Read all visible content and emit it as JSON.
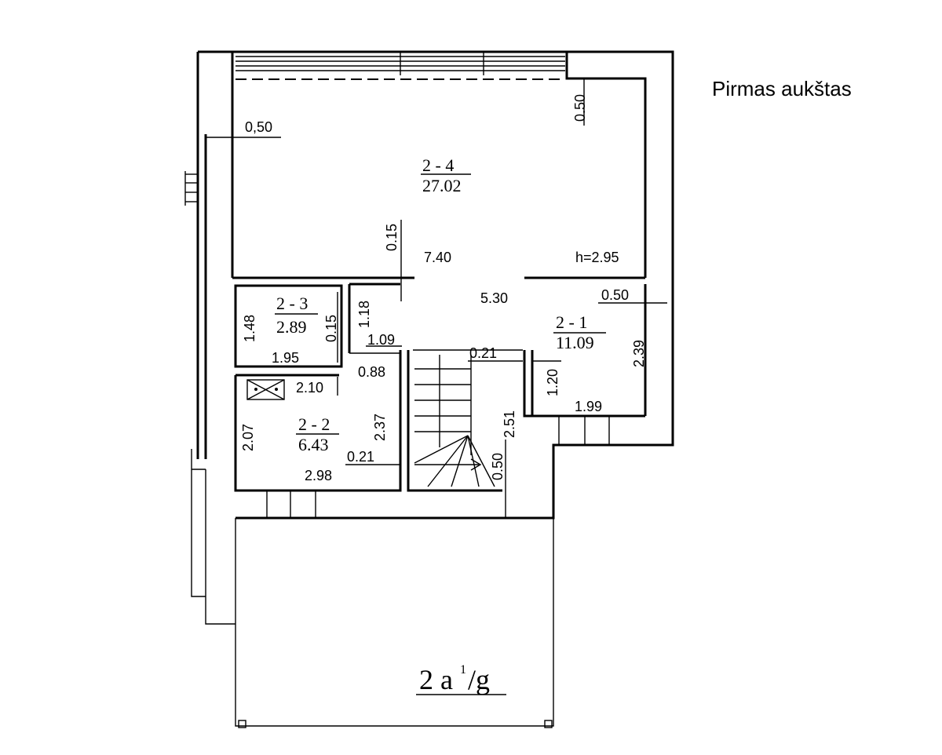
{
  "title": "Pirmas aukštas",
  "rooms": {
    "r24": {
      "id": "2 - 4",
      "area": "27.02"
    },
    "r23": {
      "id": "2 - 3",
      "area": "2.89"
    },
    "r21": {
      "id": "2 - 1",
      "area": "11.09"
    },
    "r22": {
      "id": "2 - 2",
      "area": "6.43"
    }
  },
  "dims": {
    "d050_left": "0,50",
    "d050_top": "0.50",
    "d015_a": "0.15",
    "d740": "7.40",
    "h295": "h=2.95",
    "d530": "5.30",
    "d050_right": "0.50",
    "d148": "1.48",
    "d195": "1.95",
    "d015_b": "0.15",
    "d118": "1.18",
    "d109": "1.09",
    "d021_a": "0.21",
    "d239": "2.39",
    "d120": "1.20",
    "d199": "1.99",
    "d210": "2.10",
    "d088": "0.88",
    "d207": "2.07",
    "d237": "2.37",
    "d251": "2.51",
    "d021_b": "0.21",
    "d050_b": "0.50",
    "d298": "2.98"
  },
  "garage": {
    "label_main": "2 a",
    "label_sup": "1",
    "label_tail": "/g"
  }
}
